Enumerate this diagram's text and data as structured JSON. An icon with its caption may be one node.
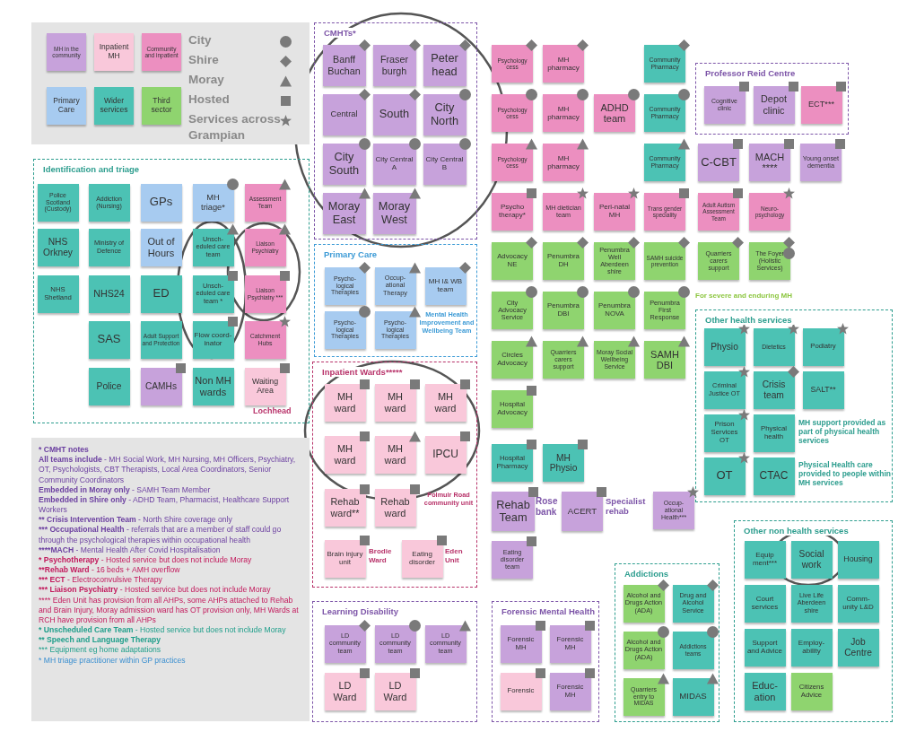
{
  "diagram": {
    "nodes": [
      {
        "text": [
          "Identification and triage"
        ]
      },
      {
        "text": [
          "Police Scotland (Custody)"
        ],
        "in": 0
      },
      {
        "text": [
          "Addiction (Nursing)"
        ],
        "in": 0
      },
      {
        "text": [
          "GPs"
        ],
        "in": 0
      },
      {
        "text": [
          "MH triage*"
        ],
        "in": 0
      },
      {
        "text": [
          "Assessment Team"
        ],
        "in": 0
      },
      {
        "text": [
          "NHS Orkney"
        ],
        "in": 0
      },
      {
        "text": [
          "Ministry of Defence"
        ],
        "in": 0
      },
      {
        "text": [
          "Out of Hours"
        ],
        "in": 0
      },
      {
        "text": [
          "Unsch-eduled care team"
        ],
        "in": 0
      },
      {
        "text": [
          "Liaison Psychiatry"
        ],
        "in": 0
      },
      {
        "text": [
          "NHS Shetland"
        ],
        "in": 0
      },
      {
        "text": [
          "NHS24"
        ],
        "in": 0
      },
      {
        "text": [
          "ED"
        ],
        "in": 0
      },
      {
        "text": [
          "Unsch-eduled care team *"
        ],
        "in": 0
      },
      {
        "text": [
          "Liaison Psychiatry ***"
        ],
        "in": 0
      },
      {
        "text": [
          "SAS"
        ],
        "in": 0
      },
      {
        "text": [
          "Adult Support and Protection"
        ],
        "in": 0
      },
      {
        "text": [
          "Flow coord-inator"
        ],
        "in": 0
      },
      {
        "text": [
          "Catchment Hubs"
        ],
        "in": 0
      },
      {
        "text": [
          "Police"
        ],
        "in": 0
      },
      {
        "text": [
          "CAMHs"
        ],
        "in": 0
      },
      {
        "text": [
          "Non MH wards"
        ],
        "in": 0
      },
      {
        "text": [
          "Waiting Area"
        ],
        "in": 0
      },
      {
        "text": [
          "CMHTs*"
        ]
      },
      {
        "text": [
          "Banff Buchan"
        ],
        "in": 24
      },
      {
        "text": [
          "Fraser burgh"
        ],
        "in": 24
      },
      {
        "text": [
          "Peter head"
        ],
        "in": 24
      },
      {
        "text": [
          "Central"
        ],
        "in": 24
      },
      {
        "text": [
          "South"
        ],
        "in": 24
      },
      {
        "text": [
          "City North"
        ],
        "in": 24
      },
      {
        "text": [
          "City South"
        ],
        "in": 24
      },
      {
        "text": [
          "City Central A"
        ],
        "in": 24
      },
      {
        "text": [
          "City Central B"
        ],
        "in": 24
      },
      {
        "text": [
          "Moray East"
        ],
        "in": 24
      },
      {
        "text": [
          "Moray West"
        ],
        "in": 24
      },
      {
        "text": [
          "Primary Care"
        ]
      },
      {
        "text": [
          "Psycho-logical Therapies"
        ],
        "in": 36
      },
      {
        "text": [
          "Occup-ational Therapy"
        ],
        "in": 36
      },
      {
        "text": [
          "MH I& WB team"
        ],
        "in": 36
      },
      {
        "text": [
          "Psycho-logical Therapies"
        ],
        "in": 36
      },
      {
        "text": [
          "Psycho-logical Therapies"
        ],
        "in": 36
      },
      {
        "text": [
          "Inpatient Wards*****"
        ]
      },
      {
        "text": [
          "MH ward"
        ],
        "in": 42
      },
      {
        "text": [
          "MH ward"
        ],
        "in": 42
      },
      {
        "text": [
          "MH ward"
        ],
        "in": 42
      },
      {
        "text": [
          "MH ward"
        ],
        "in": 42
      },
      {
        "text": [
          "MH ward"
        ],
        "in": 42
      },
      {
        "text": [
          "IPCU"
        ],
        "in": 42
      },
      {
        "text": [
          "Rehab ward**"
        ],
        "in": 42
      },
      {
        "text": [
          "Rehab ward"
        ],
        "in": 42
      },
      {
        "text": [
          "Brain injury unit"
        ],
        "in": 42
      },
      {
        "text": [
          "Eating disorder"
        ],
        "in": 42
      },
      {
        "text": [
          "Learning Disability"
        ]
      },
      {
        "text": [
          "LD community team"
        ],
        "in": 53
      },
      {
        "text": [
          "LD community team"
        ],
        "in": 53
      },
      {
        "text": [
          "LD community team"
        ],
        "in": 53
      },
      {
        "text": [
          "LD Ward"
        ],
        "in": 53
      },
      {
        "text": [
          "LD Ward"
        ],
        "in": 53
      },
      {
        "text": [
          "Forensic Mental Health"
        ]
      },
      {
        "text": [
          "Forensic MH"
        ],
        "in": 59
      },
      {
        "text": [
          "Forensic MH"
        ],
        "in": 59
      },
      {
        "text": [
          "Forensic"
        ],
        "in": 59
      },
      {
        "text": [
          "Forensic MH"
        ],
        "in": 59
      },
      {
        "text": [
          "Professor Reid Centre"
        ]
      },
      {
        "text": [
          "Cognitive clinic"
        ],
        "in": 64
      },
      {
        "text": [
          "Depot clinic"
        ],
        "in": 64
      },
      {
        "text": [
          "ECT***"
        ],
        "in": 64
      },
      {
        "text": [
          "Psychology cess"
        ]
      },
      {
        "text": [
          "MH pharmacy"
        ]
      },
      {
        "text": [
          "Community Pharmacy"
        ]
      },
      {
        "text": [
          "Psychology cess"
        ]
      },
      {
        "text": [
          "MH pharmacy"
        ]
      },
      {
        "text": [
          "ADHD team"
        ]
      },
      {
        "text": [
          "Community Pharmacy"
        ]
      },
      {
        "text": [
          "Psychology cess"
        ]
      },
      {
        "text": [
          "MH pharmacy"
        ]
      },
      {
        "text": [
          "Community Pharmacy"
        ]
      },
      {
        "text": [
          "C-CBT"
        ]
      },
      {
        "text": [
          "MACH ****"
        ]
      },
      {
        "text": [
          "Young onset dementia"
        ]
      },
      {
        "text": [
          "Psycho therapy*"
        ]
      },
      {
        "text": [
          "MH dietician team"
        ]
      },
      {
        "text": [
          "Peri-natal MH"
        ]
      },
      {
        "text": [
          "Trans gender speciality"
        ]
      },
      {
        "text": [
          "Adult Autism Assessment Team"
        ]
      },
      {
        "text": [
          "Neuro-psychology"
        ]
      },
      {
        "text": [
          "Advocacy NE"
        ]
      },
      {
        "text": [
          "Penumbra DH"
        ]
      },
      {
        "text": [
          "Penumbra Well Aberdeen shire"
        ]
      },
      {
        "text": [
          "SAMH suicide prevention"
        ]
      },
      {
        "text": [
          "Quarriers carers support"
        ]
      },
      {
        "text": [
          "The Foyer (Holistic Services)"
        ]
      },
      {
        "text": [
          "City Advocacy Service"
        ]
      },
      {
        "text": [
          "Penumbra DBI"
        ]
      },
      {
        "text": [
          "Penumbra NOVA"
        ]
      },
      {
        "text": [
          "Penumbra First Response"
        ]
      },
      {
        "text": [
          "Circles Advocacy"
        ]
      },
      {
        "text": [
          "Quarriers carers support"
        ]
      },
      {
        "text": [
          "Moray Social Wellbeing Service"
        ]
      },
      {
        "text": [
          "SAMH DBI"
        ]
      },
      {
        "text": [
          "Hospital Advocacy"
        ]
      },
      {
        "text": [
          "Hospital Pharmacy"
        ]
      },
      {
        "text": [
          "MH Physio"
        ]
      },
      {
        "text": [
          "Rehab Team"
        ]
      },
      {
        "text": [
          "ACERT"
        ]
      },
      {
        "text": [
          "Occup-ational Health***"
        ]
      },
      {
        "text": [
          "Eating disorder team"
        ]
      },
      {
        "text": [
          "Addictions"
        ]
      },
      {
        "text": [
          "Alcohol and Drugs Action (ADA)"
        ],
        "in": 108
      },
      {
        "text": [
          "Drug and Alcohol Service"
        ],
        "in": 108
      },
      {
        "text": [
          "Alcohol and Drugs Action (ADA)"
        ],
        "in": 108
      },
      {
        "text": [
          "Addictions teams"
        ],
        "in": 108
      },
      {
        "text": [
          "Quarriers entry to MIDAS"
        ],
        "in": 108
      },
      {
        "text": [
          "MIDAS"
        ],
        "in": 108
      },
      {
        "text": [
          "Other health services"
        ]
      },
      {
        "text": [
          "Physio"
        ],
        "in": 115
      },
      {
        "text": [
          "Dietetics"
        ],
        "in": 115
      },
      {
        "text": [
          "Podiatry"
        ],
        "in": 115
      },
      {
        "text": [
          "Criminal Justice OT"
        ],
        "in": 115
      },
      {
        "text": [
          "Crisis team"
        ],
        "in": 115
      },
      {
        "text": [
          "SALT**"
        ],
        "in": 115
      },
      {
        "text": [
          "Prison Services OT"
        ],
        "in": 115
      },
      {
        "text": [
          "Physical health"
        ],
        "in": 115
      },
      {
        "text": [
          "OT"
        ],
        "in": 115
      },
      {
        "text": [
          "CTAC"
        ],
        "in": 115
      },
      {
        "text": [
          "Other non health services"
        ]
      },
      {
        "text": [
          "Equip ment***"
        ],
        "in": 126
      },
      {
        "text": [
          "Social work"
        ],
        "in": 126
      },
      {
        "text": [
          "Housing"
        ],
        "in": 126
      },
      {
        "text": [
          "Court services"
        ],
        "in": 126
      },
      {
        "text": [
          "Live Life Aberdeen shire"
        ],
        "in": 126
      },
      {
        "text": [
          "Comm-unity L&D"
        ],
        "in": 126
      },
      {
        "text": [
          "Support and Advice"
        ],
        "in": 126
      },
      {
        "text": [
          "Employ-ability"
        ],
        "in": 126
      },
      {
        "text": [
          "Job Centre"
        ],
        "in": 126
      },
      {
        "text": [
          "Educ-ation"
        ],
        "in": 126
      },
      {
        "text": [
          "Citizens Advice"
        ],
        "in": 126
      }
    ],
    "labels": [
      "Lochhead",
      "Mental Health Improvement and Wellbeing Team",
      "Polmuir Road community unit",
      "Brodie Ward",
      "Eden Unit",
      "Rose bank",
      "Specialist rehab",
      "For severe and enduring MH",
      "MH support provided as part of physical health services",
      "Physical Health care provided to people within MH services",
      "* CMHT notes",
      "All teams include - MH Social Work, MH Nursing, MH Officers, Psychiatry, OT, Psychologists, CBT Therapists, Local Area Coordinators, Senior Community Coordinators",
      "Embedded in Moray only - SAMH Team Member",
      "Embedded in Shire only - ADHD Team, Pharmacist, Healthcare Support Workers",
      "** Crisis Intervention Team - North Shire coverage only",
      "*** Occupational Health - referrals that are a member of staff could go through the psychological therapies within occupational health",
      "****MACH - Mental Health After Covid Hospitalisation",
      "* Psychotherapy - Hosted service but does not include Moray",
      "**Rehab Ward - 16 beds + AMH overflow",
      "*** ECT - Electroconvulsive Therapy",
      "*** Liaison Psychiatry - Hosted service but does not include Moray",
      "**** Eden Unit has provision from all AHPs, some AHPs attached to Rehab and Brain Injury, Moray admission ward has OT provision only, MH Wards at RCH have provision from all AHPs",
      "* Unscheduled Care Team - Hosted service but does not include Moray",
      "** Speech and Language Therapy",
      "*** Equipment eg home adaptations",
      "* MH triage practitioner within GP practices"
    ],
    "legend": [
      {
        "text": "MH in the community",
        "color": "#c7a2db"
      },
      {
        "text": "Inpatient MH",
        "color": "#f9c8da"
      },
      {
        "text": "Community and inpatient",
        "color": "#ec8fc0"
      },
      {
        "text": "Primary Care",
        "color": "#a7cbf0"
      },
      {
        "text": "Wider services",
        "color": "#4cc2b4"
      },
      {
        "text": "Third sector",
        "color": "#8fd46f"
      },
      {
        "text": "City"
      },
      {
        "text": "Shire"
      },
      {
        "text": "Moray"
      },
      {
        "text": "Hosted"
      },
      {
        "text": "Services across Grampian"
      }
    ]
  }
}
